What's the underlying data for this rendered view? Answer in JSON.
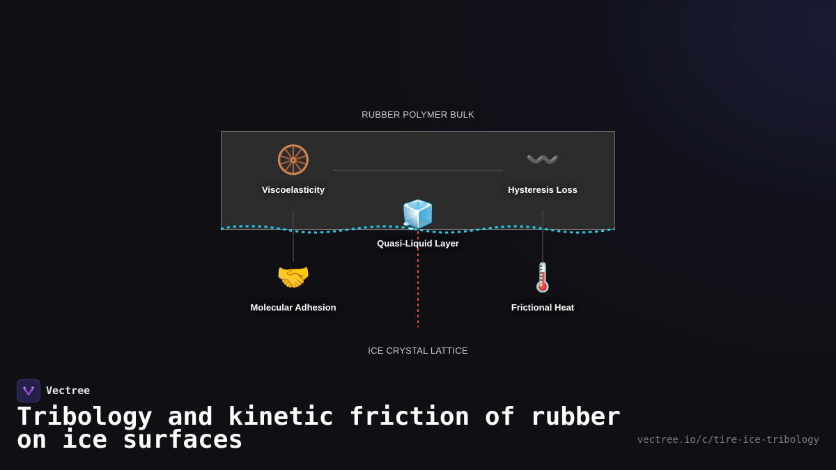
{
  "diagram": {
    "top_layer_label": "RUBBER POLYMER BULK",
    "bottom_layer_label": "ICE CRYSTAL LATTICE",
    "nodes": [
      {
        "id": "viscoelasticity",
        "label": "Viscoelasticity",
        "icon": "tire-icon",
        "glyph": "🛞"
      },
      {
        "id": "hysteresis",
        "label": "Hysteresis Loss",
        "icon": "wavy-dash-icon",
        "glyph": "〰️"
      },
      {
        "id": "quasi-liquid",
        "label": "Quasi-Liquid Layer",
        "icon": "ice-cube-icon",
        "glyph": "🧊"
      },
      {
        "id": "adhesion",
        "label": "Molecular Adhesion",
        "icon": "handshake-icon",
        "glyph": "🤝"
      },
      {
        "id": "heat",
        "label": "Frictional Heat",
        "icon": "thermometer-icon",
        "glyph": "🌡️"
      }
    ],
    "colors": {
      "box_fill": "#2c2c2c",
      "box_border": "#7a7a7a",
      "interface_wave": "#22d3ee",
      "contact_line": "#ef4444",
      "connector": "#4a4a4a"
    }
  },
  "footer": {
    "brand_name": "Vectree",
    "title": "Tribology and kinetic friction of rubber on ice surfaces",
    "url": "vectree.io/c/tire-ice-tribology"
  }
}
